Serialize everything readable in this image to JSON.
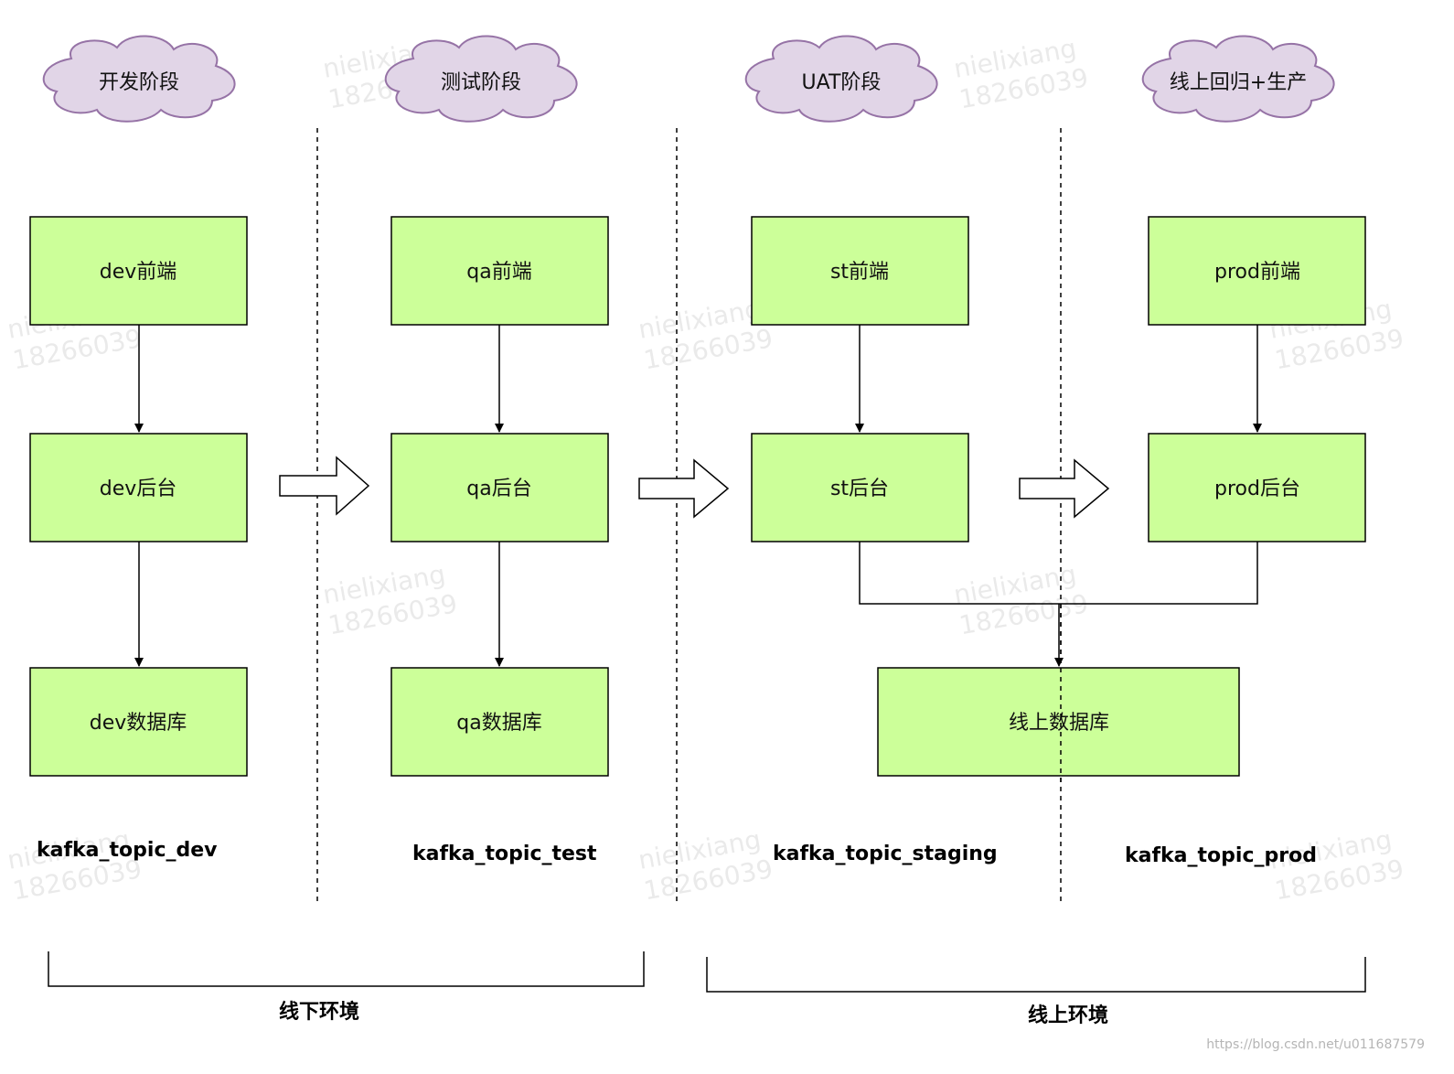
{
  "stages": [
    "开发阶段",
    "测试阶段",
    "UAT阶段",
    "线上回归+生产"
  ],
  "boxes": {
    "dev_frontend": "dev前端",
    "dev_backend": "dev后台",
    "dev_db": "dev数据库",
    "qa_frontend": "qa前端",
    "qa_backend": "qa后台",
    "qa_db": "qa数据库",
    "st_frontend": "st前端",
    "st_backend": "st后台",
    "prod_frontend": "prod前端",
    "prod_backend": "prod后台",
    "online_db": "线上数据库"
  },
  "topics": [
    "kafka_topic_dev",
    "kafka_topic_test",
    "kafka_topic_staging",
    "kafka_topic_prod"
  ],
  "environments": {
    "offline": "线下环境",
    "online": "线上环境"
  },
  "watermark": {
    "name": "nielixiang",
    "number": "18266039"
  },
  "credit": "https://blog.csdn.net/u011687579",
  "colors": {
    "box_fill": "#ccff99",
    "cloud_fill": "#e1d5e7",
    "cloud_stroke": "#9673a6"
  }
}
